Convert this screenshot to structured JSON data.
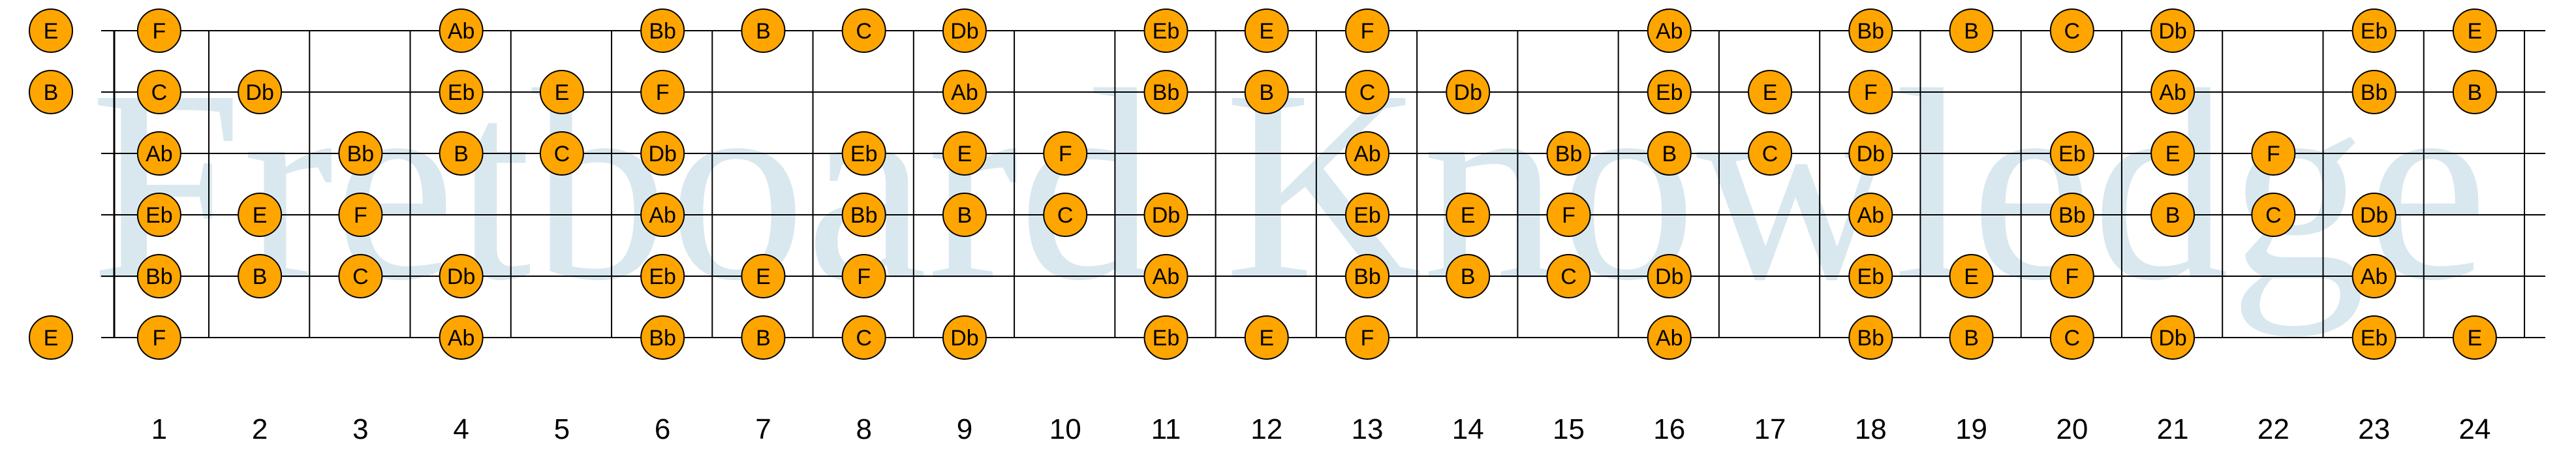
{
  "watermark": "Fretboard Knowledge",
  "fret_count": 24,
  "fret_numbers": [
    "1",
    "2",
    "3",
    "4",
    "5",
    "6",
    "7",
    "8",
    "9",
    "10",
    "11",
    "12",
    "13",
    "14",
    "15",
    "16",
    "17",
    "18",
    "19",
    "20",
    "21",
    "22",
    "23",
    "24"
  ],
  "colors": {
    "note_fill": "#FFA500",
    "note_stroke": "#000000",
    "line": "#000000",
    "watermark": "#D9E8EF",
    "text": "#000000"
  },
  "strings": [
    {
      "name": "string-1-high-e",
      "notes": [
        {
          "fret": 0,
          "label": "E"
        },
        {
          "fret": 1,
          "label": "F"
        },
        {
          "fret": 4,
          "label": "Ab"
        },
        {
          "fret": 6,
          "label": "Bb"
        },
        {
          "fret": 7,
          "label": "B"
        },
        {
          "fret": 8,
          "label": "C"
        },
        {
          "fret": 9,
          "label": "Db"
        },
        {
          "fret": 11,
          "label": "Eb"
        },
        {
          "fret": 12,
          "label": "E"
        },
        {
          "fret": 13,
          "label": "F"
        },
        {
          "fret": 16,
          "label": "Ab"
        },
        {
          "fret": 18,
          "label": "Bb"
        },
        {
          "fret": 19,
          "label": "B"
        },
        {
          "fret": 20,
          "label": "C"
        },
        {
          "fret": 21,
          "label": "Db"
        },
        {
          "fret": 23,
          "label": "Eb"
        },
        {
          "fret": 24,
          "label": "E"
        }
      ]
    },
    {
      "name": "string-2-b",
      "notes": [
        {
          "fret": 0,
          "label": "B"
        },
        {
          "fret": 1,
          "label": "C"
        },
        {
          "fret": 2,
          "label": "Db"
        },
        {
          "fret": 4,
          "label": "Eb"
        },
        {
          "fret": 5,
          "label": "E"
        },
        {
          "fret": 6,
          "label": "F"
        },
        {
          "fret": 9,
          "label": "Ab"
        },
        {
          "fret": 11,
          "label": "Bb"
        },
        {
          "fret": 12,
          "label": "B"
        },
        {
          "fret": 13,
          "label": "C"
        },
        {
          "fret": 14,
          "label": "Db"
        },
        {
          "fret": 16,
          "label": "Eb"
        },
        {
          "fret": 17,
          "label": "E"
        },
        {
          "fret": 18,
          "label": "F"
        },
        {
          "fret": 21,
          "label": "Ab"
        },
        {
          "fret": 23,
          "label": "Bb"
        },
        {
          "fret": 24,
          "label": "B"
        }
      ]
    },
    {
      "name": "string-3-g",
      "notes": [
        {
          "fret": 1,
          "label": "Ab"
        },
        {
          "fret": 3,
          "label": "Bb"
        },
        {
          "fret": 4,
          "label": "B"
        },
        {
          "fret": 5,
          "label": "C"
        },
        {
          "fret": 6,
          "label": "Db"
        },
        {
          "fret": 8,
          "label": "Eb"
        },
        {
          "fret": 9,
          "label": "E"
        },
        {
          "fret": 10,
          "label": "F"
        },
        {
          "fret": 13,
          "label": "Ab"
        },
        {
          "fret": 15,
          "label": "Bb"
        },
        {
          "fret": 16,
          "label": "B"
        },
        {
          "fret": 17,
          "label": "C"
        },
        {
          "fret": 18,
          "label": "Db"
        },
        {
          "fret": 20,
          "label": "Eb"
        },
        {
          "fret": 21,
          "label": "E"
        },
        {
          "fret": 22,
          "label": "F"
        }
      ]
    },
    {
      "name": "string-4-d",
      "notes": [
        {
          "fret": 1,
          "label": "Eb"
        },
        {
          "fret": 2,
          "label": "E"
        },
        {
          "fret": 3,
          "label": "F"
        },
        {
          "fret": 6,
          "label": "Ab"
        },
        {
          "fret": 8,
          "label": "Bb"
        },
        {
          "fret": 9,
          "label": "B"
        },
        {
          "fret": 10,
          "label": "C"
        },
        {
          "fret": 11,
          "label": "Db"
        },
        {
          "fret": 13,
          "label": "Eb"
        },
        {
          "fret": 14,
          "label": "E"
        },
        {
          "fret": 15,
          "label": "F"
        },
        {
          "fret": 18,
          "label": "Ab"
        },
        {
          "fret": 20,
          "label": "Bb"
        },
        {
          "fret": 21,
          "label": "B"
        },
        {
          "fret": 22,
          "label": "C"
        },
        {
          "fret": 23,
          "label": "Db"
        }
      ]
    },
    {
      "name": "string-5-a",
      "notes": [
        {
          "fret": 1,
          "label": "Bb"
        },
        {
          "fret": 2,
          "label": "B"
        },
        {
          "fret": 3,
          "label": "C"
        },
        {
          "fret": 4,
          "label": "Db"
        },
        {
          "fret": 6,
          "label": "Eb"
        },
        {
          "fret": 7,
          "label": "E"
        },
        {
          "fret": 8,
          "label": "F"
        },
        {
          "fret": 11,
          "label": "Ab"
        },
        {
          "fret": 13,
          "label": "Bb"
        },
        {
          "fret": 14,
          "label": "B"
        },
        {
          "fret": 15,
          "label": "C"
        },
        {
          "fret": 16,
          "label": "Db"
        },
        {
          "fret": 18,
          "label": "Eb"
        },
        {
          "fret": 19,
          "label": "E"
        },
        {
          "fret": 20,
          "label": "F"
        },
        {
          "fret": 23,
          "label": "Ab"
        }
      ]
    },
    {
      "name": "string-6-low-e",
      "notes": [
        {
          "fret": 0,
          "label": "E"
        },
        {
          "fret": 1,
          "label": "F"
        },
        {
          "fret": 4,
          "label": "Ab"
        },
        {
          "fret": 6,
          "label": "Bb"
        },
        {
          "fret": 7,
          "label": "B"
        },
        {
          "fret": 8,
          "label": "C"
        },
        {
          "fret": 9,
          "label": "Db"
        },
        {
          "fret": 11,
          "label": "Eb"
        },
        {
          "fret": 12,
          "label": "E"
        },
        {
          "fret": 13,
          "label": "F"
        },
        {
          "fret": 16,
          "label": "Ab"
        },
        {
          "fret": 18,
          "label": "Bb"
        },
        {
          "fret": 19,
          "label": "B"
        },
        {
          "fret": 20,
          "label": "C"
        },
        {
          "fret": 21,
          "label": "Db"
        },
        {
          "fret": 23,
          "label": "Eb"
        },
        {
          "fret": 24,
          "label": "E"
        }
      ]
    }
  ]
}
